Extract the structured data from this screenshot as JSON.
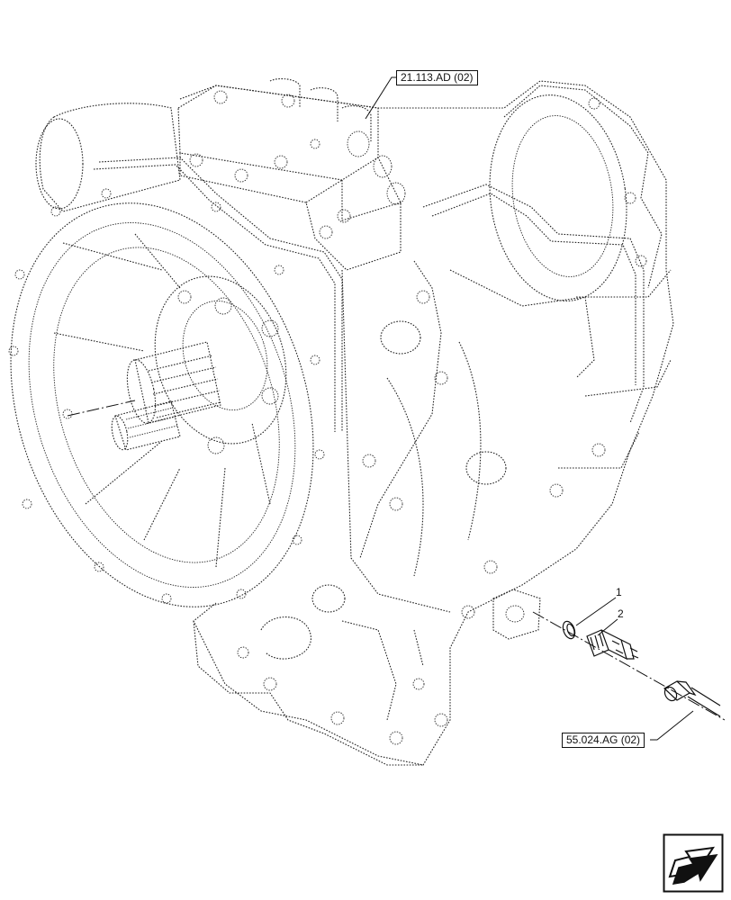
{
  "references": {
    "top": "21.113.AD (02)",
    "bottom": "55.024.AG (02)"
  },
  "callouts": {
    "item_1": "1",
    "item_2": "2"
  },
  "nav": {
    "icon": "next-page-arrow-icon"
  },
  "colors": {
    "line": "#111111",
    "background": "#ffffff"
  }
}
